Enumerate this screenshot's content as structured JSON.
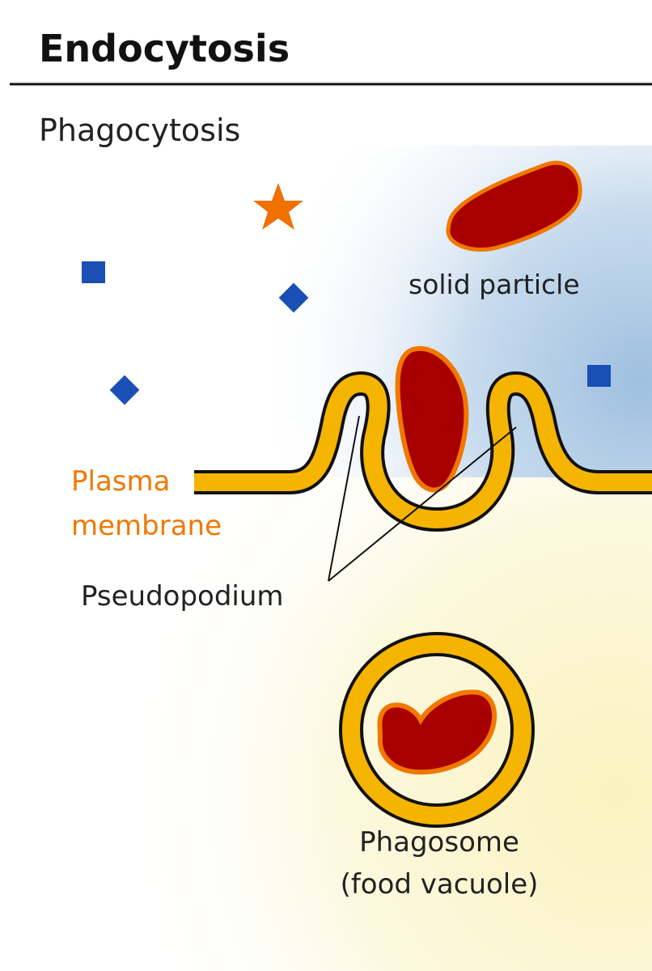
{
  "title": "Endocytosis",
  "subtitle": "Phagocytosis",
  "labels": {
    "solid_particle": "solid particle",
    "plasma_membrane_line1": "Plasma",
    "plasma_membrane_line2": "membrane",
    "pseudopodium": "Pseudopodium",
    "phagosome_line1": "Phagosome",
    "phagosome_line2": "(food vacuole)"
  },
  "colors": {
    "membrane": "#f5b400",
    "outline": "#111111",
    "particle": "#a80000",
    "particle_rim": "#f07800",
    "molecule_square": "#1a4fb5",
    "molecule_star": "#f07000",
    "label_orange": "#f07800",
    "extracellular_tint": "#b8d0e8",
    "cytoplasm_tint": "#fbf6c8"
  }
}
